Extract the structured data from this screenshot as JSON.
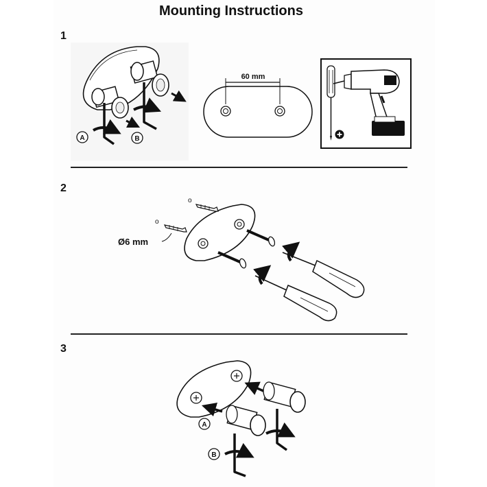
{
  "title": "Mounting Instructions",
  "steps": [
    {
      "number": "1"
    },
    {
      "number": "2"
    },
    {
      "number": "3"
    }
  ],
  "labels": {
    "marker_a": "A",
    "marker_b": "B",
    "spacing": "60 mm",
    "diameter": "Ø6 mm",
    "wall_plug_ring": "o"
  }
}
